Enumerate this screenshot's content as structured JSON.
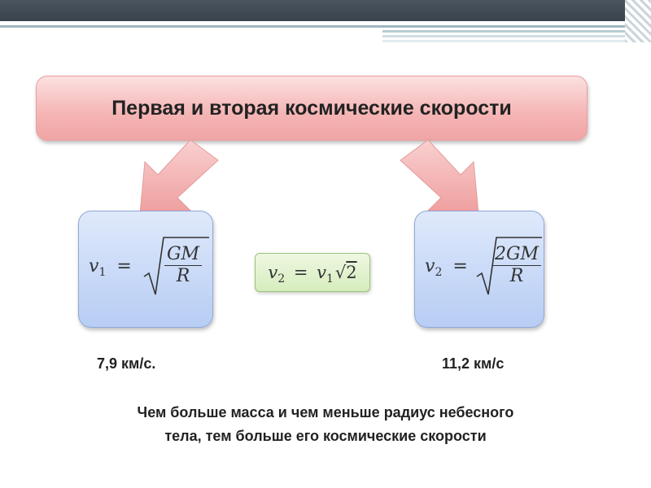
{
  "title": "Первая и вторая космические скорости",
  "formulas": {
    "first": {
      "lhs": "v",
      "lhs_sub": "1",
      "eq": "=",
      "numerator": "GM",
      "denominator": "R"
    },
    "relation": {
      "v2": "v",
      "v2_sub": "2",
      "eq": "=",
      "v1": "v",
      "v1_sub": "1",
      "sqrt_arg": "2"
    },
    "second": {
      "lhs": "v",
      "lhs_sub": "2",
      "eq": "=",
      "numerator": "2GM",
      "denominator": "R"
    }
  },
  "speeds": {
    "first": "7,9 км/с.",
    "second": "11,2 км/с"
  },
  "caption": {
    "line1": "Чем больше масса и чем меньше радиус небесного",
    "line2": "тела, тем больше его космические скорости"
  },
  "colors": {
    "title_fill": "#f5b4b4",
    "formula_fill": "#b7cdf4",
    "relation_fill": "#d6ecbc",
    "arrow_fill": "#f3aaaa"
  }
}
